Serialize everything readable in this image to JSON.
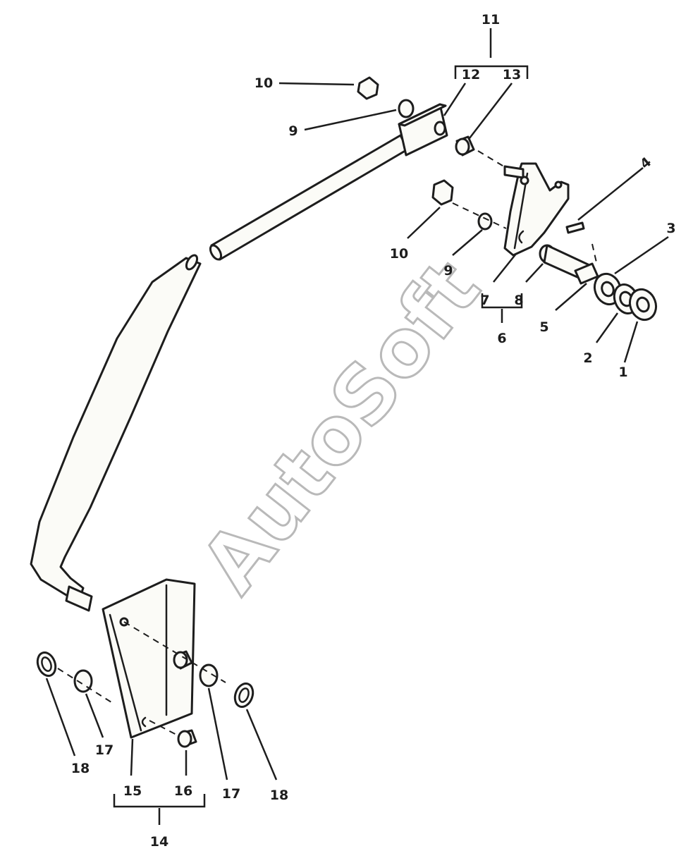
{
  "callouts": {
    "c1": "1",
    "c2": "2",
    "c3": "3",
    "c4": "4",
    "c5": "5",
    "c6": "6",
    "c7": "7",
    "c8": "8",
    "c9_top": "9",
    "c9_mid": "9",
    "c10_top": "10",
    "c10_mid": "10",
    "c11": "11",
    "c12": "12",
    "c13": "13",
    "c14": "14",
    "c15": "15",
    "c16": "16",
    "c17_left": "17",
    "c17_right": "17",
    "c18_left": "18",
    "c18_right": "18"
  },
  "watermark": "AutoSoft"
}
